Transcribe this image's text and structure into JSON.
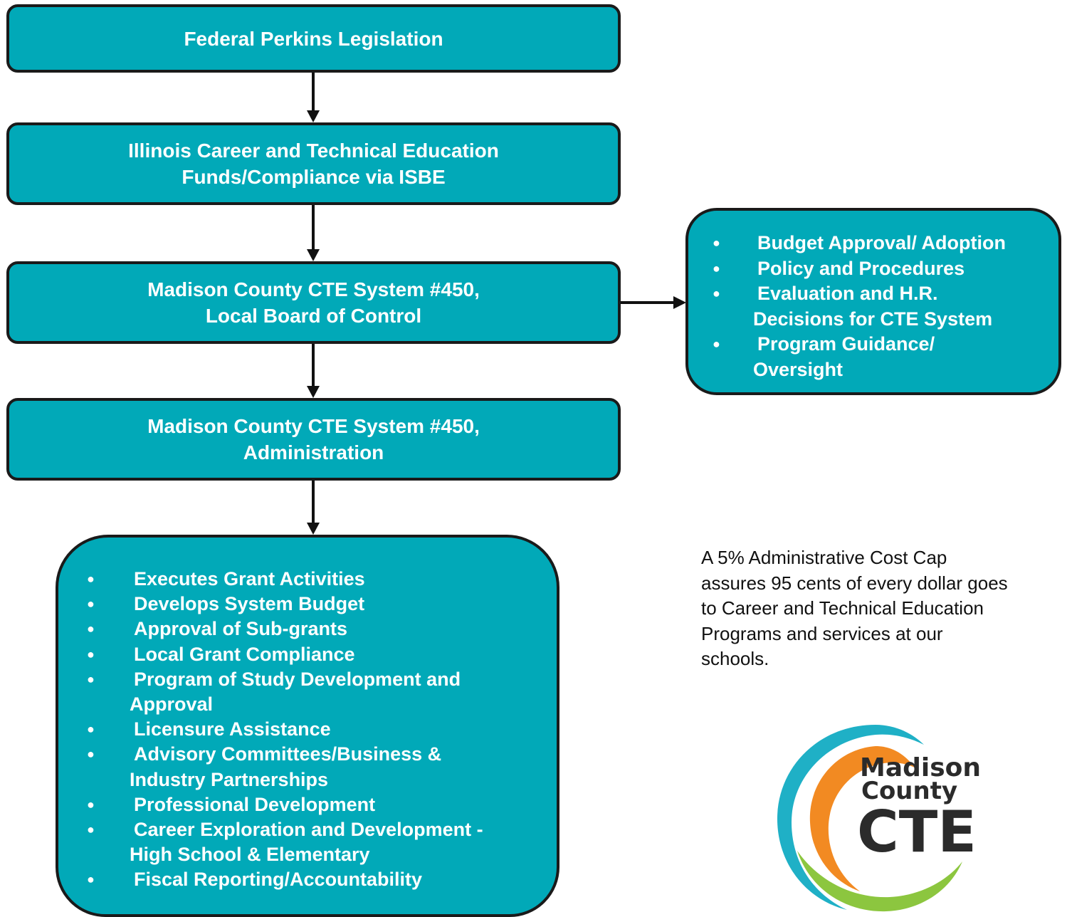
{
  "boxes": {
    "perkins": {
      "line1": "Federal Perkins Legislation"
    },
    "illinois": {
      "line1": "Illinois Career and Technical Education",
      "line2": "Funds/Compliance via ISBE"
    },
    "board": {
      "line1": "Madison County CTE System #450,",
      "line2": "Local Board of Control"
    },
    "admin": {
      "line1": "Madison County CTE System #450,",
      "line2": "Administration"
    }
  },
  "board_duties": [
    {
      "line1": "Budget Approval/ Adoption"
    },
    {
      "line1": "Policy and Procedures"
    },
    {
      "line1": "Evaluation and H.R.",
      "line2": "Decisions for CTE System"
    },
    {
      "line1": "Program Guidance/",
      "line2": "Oversight"
    }
  ],
  "admin_duties": [
    {
      "line1": "Executes Grant Activities"
    },
    {
      "line1": "Develops System Budget"
    },
    {
      "line1": "Approval of Sub-grants"
    },
    {
      "line1": "Local Grant Compliance"
    },
    {
      "line1": "Program of Study Development and",
      "line2": "Approval"
    },
    {
      "line1": "Licensure Assistance"
    },
    {
      "line1": "Advisory Committees/Business &",
      "line2": "Industry Partnerships"
    },
    {
      "line1": "Professional Development"
    },
    {
      "line1": "Career Exploration and Development -",
      "line2": "High School & Elementary"
    },
    {
      "line1": "Fiscal Reporting/Accountability"
    }
  ],
  "bullet_symbol": "●",
  "note": {
    "line1": "A 5% Administrative Cost Cap",
    "line2": "assures 95 cents of every dollar goes",
    "line3": "to Career and Technical Education",
    "line4": "Programs and services at our",
    "line5": "schools."
  },
  "logo": {
    "line1": "Madison",
    "line2": "County",
    "line3": "CTE"
  },
  "colors": {
    "box_fill": "#01a9b8",
    "border": "#1a1a1a",
    "logo_orange": "#f28a22",
    "logo_green": "#8cc63f",
    "logo_teal": "#1fb0c6"
  }
}
